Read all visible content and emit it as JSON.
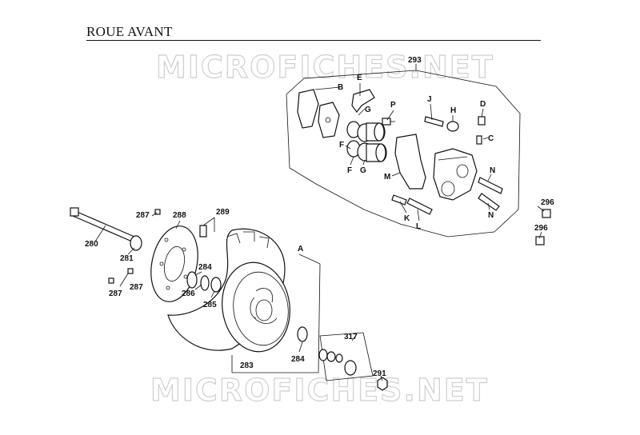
{
  "title": "ROUE AVANT",
  "watermark": "MICROFICHES.NET",
  "labels": {
    "l293": "293",
    "lB": "B",
    "lE": "E",
    "lG1": "G",
    "lP": "P",
    "lJ": "J",
    "lH": "H",
    "lD": "D",
    "lC": "C",
    "lF1": "F",
    "lF2": "F",
    "lG2": "G",
    "lM": "M",
    "lN1": "N",
    "lN2": "N",
    "lK": "K",
    "lL": "L",
    "l296a": "296",
    "l296b": "296",
    "l287a": "287",
    "l288": "288",
    "l289": "289",
    "l280": "280",
    "l281": "281",
    "l287b": "287",
    "l287c": "287",
    "l284a": "284",
    "l286": "286",
    "l285": "285",
    "lA": "A",
    "l283": "283",
    "l284b": "284",
    "l317": "317",
    "l291": "291"
  }
}
